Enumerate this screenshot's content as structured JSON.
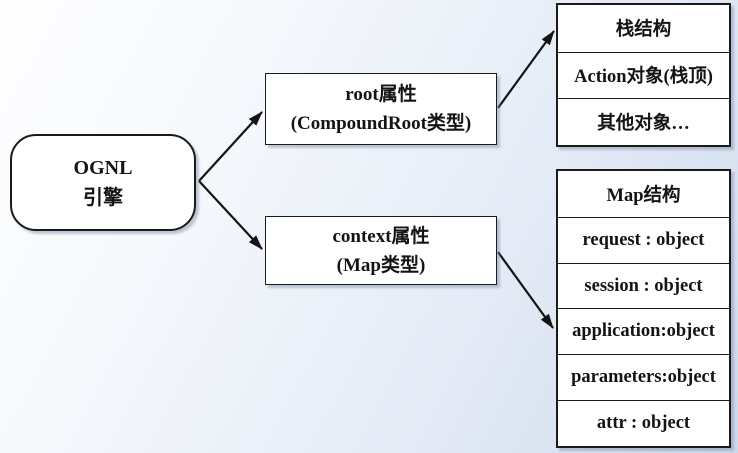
{
  "engine_box": {
    "line1": "OGNL",
    "line2": "引擎"
  },
  "root_box": {
    "line1": "root属性",
    "line2": "(CompoundRoot类型)"
  },
  "context_box": {
    "line1": "context属性",
    "line2": "(Map类型)"
  },
  "stack_table": {
    "header": "栈结构",
    "rows": [
      "Action对象(栈顶)",
      "其他对象…"
    ]
  },
  "map_table": {
    "header": "Map结构",
    "rows": [
      "request : object",
      "session : object",
      "application:object",
      "parameters:object",
      "attr : object"
    ]
  },
  "colors": {
    "border": "#1a1a1a",
    "box_bg": "#ffffff",
    "arrow": "#141414",
    "bg_left": "#fefeff",
    "bg_right": "#cdd9eb"
  }
}
